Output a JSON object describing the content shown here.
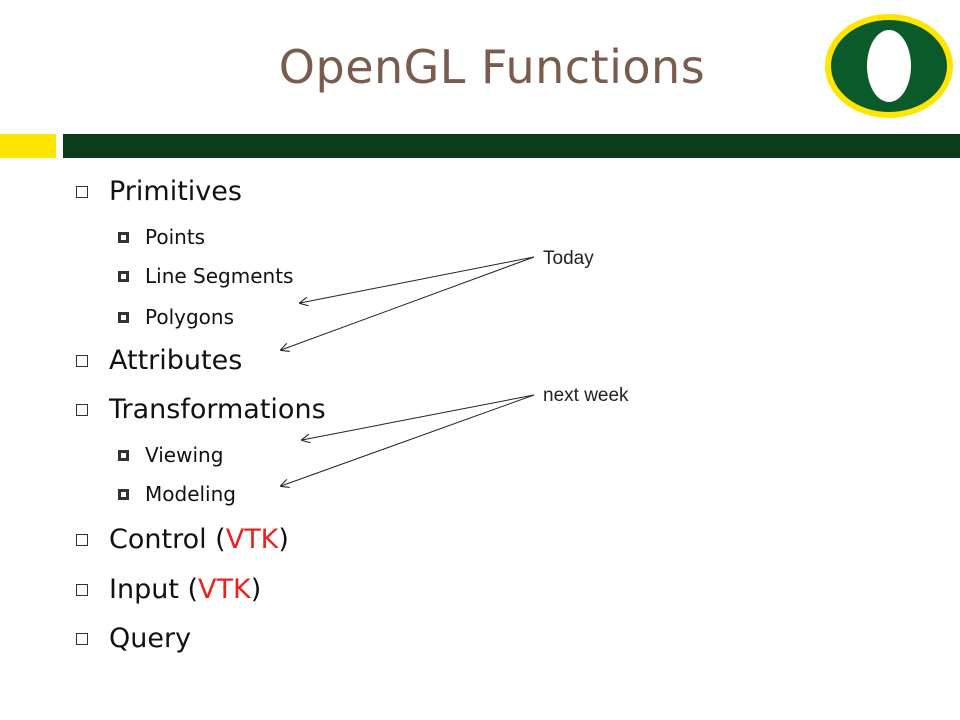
{
  "title": "OpenGL Functions",
  "colors": {
    "title": "#7a5c4e",
    "accent_yellow": "#ffe600",
    "accent_green": "#0b3d1c",
    "highlight_red": "#e8231e"
  },
  "logo": {
    "icon": "oregon-o-logo-icon"
  },
  "bullets": [
    {
      "label": "Primitives",
      "level": 1,
      "sub": [
        "Points",
        "Line Segments",
        "Polygons"
      ]
    },
    {
      "label": "Attributes",
      "level": 1
    },
    {
      "label": "Transformations",
      "level": 1,
      "sub": [
        "Viewing",
        "Modeling"
      ]
    },
    {
      "label": "Control (",
      "highlight": "VTK",
      "suffix": ")",
      "level": 1
    },
    {
      "label": "Input (",
      "highlight": "VTK",
      "suffix": ")",
      "level": 1
    },
    {
      "label": "Query",
      "level": 1
    }
  ],
  "annotations": {
    "today": "Today",
    "next_week": "next week"
  }
}
